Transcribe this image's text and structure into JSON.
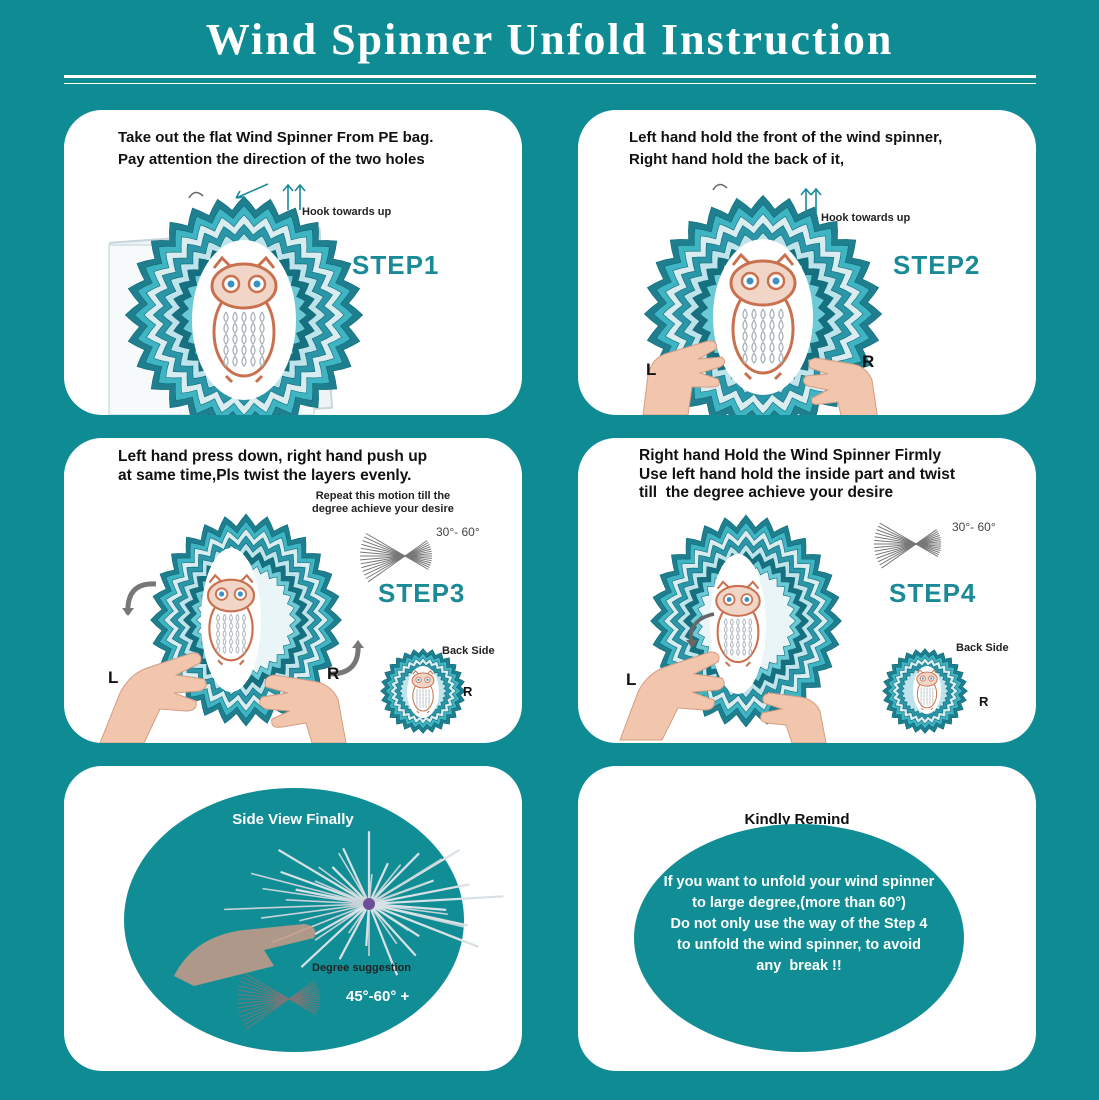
{
  "header": {
    "title": "Wind Spinner Unfold Instruction"
  },
  "colors": {
    "background": "#0f8c93",
    "panel": "#ffffff",
    "accent_teal": "#1a8a96",
    "oval": "#118e95",
    "owl_copper": "#c9714f"
  },
  "steps": [
    {
      "label": "STEP1",
      "lines": [
        "Take out the flat Wind Spinner From PE bag.",
        "Pay attention the direction of the two holes"
      ],
      "hook_note": "Hook towards up"
    },
    {
      "label": "STEP2",
      "lines": [
        "Left hand hold the front of the wind spinner,",
        "Right hand hold the back of it,"
      ],
      "hook_note": "Hook towards up",
      "left_mark": "L",
      "right_mark": "R"
    },
    {
      "label": "STEP3",
      "lines": [
        "Left hand press down, right hand push up",
        "at same time,Pls twist the layers evenly."
      ],
      "repeat_note": "Repeat this motion till the\ndegree achieve your desire",
      "angle": "30°- 60°",
      "back_side": "Back Side",
      "left_mark": "L",
      "right_mark": "R",
      "back_mark": "R"
    },
    {
      "label": "STEP4",
      "lines": [
        "Right hand Hold the Wind Spinner Firmly",
        "Use left hand hold the inside part and twist",
        "till  the degree achieve your desire"
      ],
      "angle": "30°- 60°",
      "back_side": "Back Side",
      "left_mark": "L",
      "back_mark": "R"
    }
  ],
  "side_view": {
    "title": "Side View Finally",
    "degree_label": "Degree suggestion",
    "degree_value": "45°-60° +"
  },
  "remind": {
    "title": "Kindly Remind",
    "text": "If you want to unfold your wind spinner\nto large degree,(more than 60°)\nDo not only use the way of the Step 4\nto unfold the wind spinner, to avoid\nany  break !!"
  },
  "icons": [
    "arrow-up-icon",
    "wind-spinner-owl-icon",
    "hand-icon",
    "rotate-arrow-icon",
    "angle-fan-icon"
  ]
}
